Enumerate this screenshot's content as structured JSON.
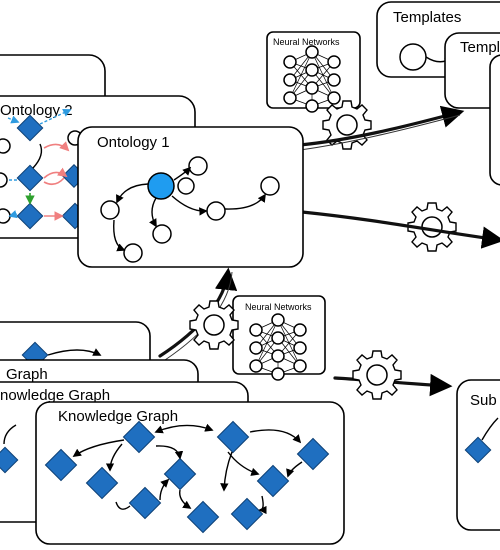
{
  "labels": {
    "templates_back": "Templates",
    "templates_front": "Templ",
    "ontology_2": "Ontology 2",
    "ontology_1": "Ontology 1",
    "neural_networks_top": "Neural Networks",
    "neural_networks_mid": "Neural Networks",
    "kg_back_1": "Graph",
    "kg_back_2": "nowledge Graph",
    "kg_front": "Knowledge Graph",
    "sub_partial": "Sub"
  },
  "colors": {
    "diamond": "#1f6fc0",
    "highlight_node": "#1f9cf0",
    "edge_dashed": "#2e9be0",
    "edge_pink": "#f08080",
    "edge_green": "#2ea02e"
  }
}
